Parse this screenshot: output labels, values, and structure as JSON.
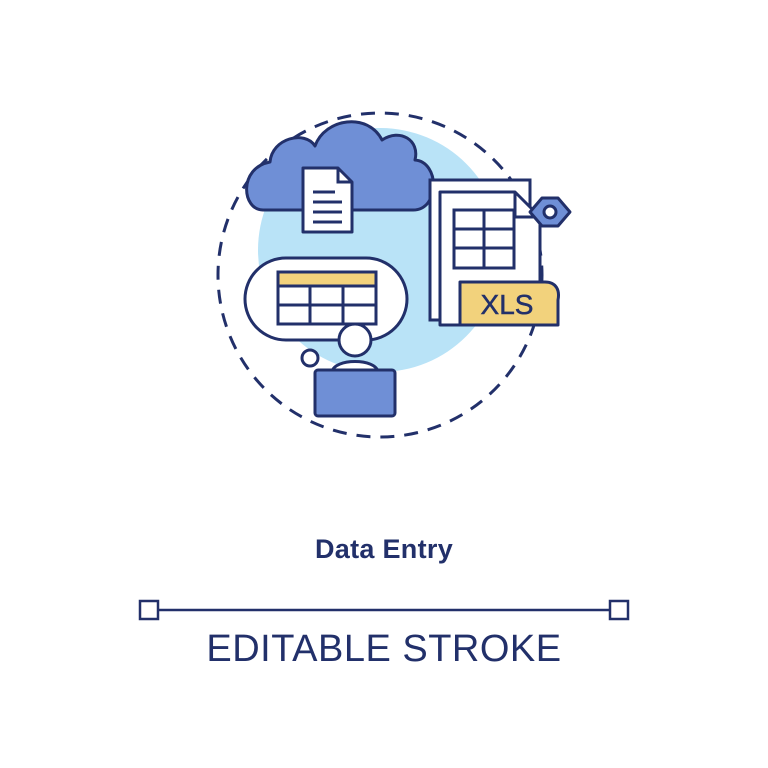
{
  "title": "Data Entry",
  "subtitle": "EDITABLE STROKE",
  "badge_text": "XLS",
  "colors": {
    "outline": "#22306a",
    "cloud": "#6f8fd6",
    "blob": "#b9e3f7",
    "yellow": "#f2d27c",
    "paper": "#ffffff",
    "background": "#ffffff"
  },
  "icons": [
    "cloud-icon",
    "document-icon",
    "spreadsheet-file-icon",
    "gear-icon",
    "thought-bubble-icon",
    "table-icon",
    "user-icon",
    "laptop-icon"
  ]
}
